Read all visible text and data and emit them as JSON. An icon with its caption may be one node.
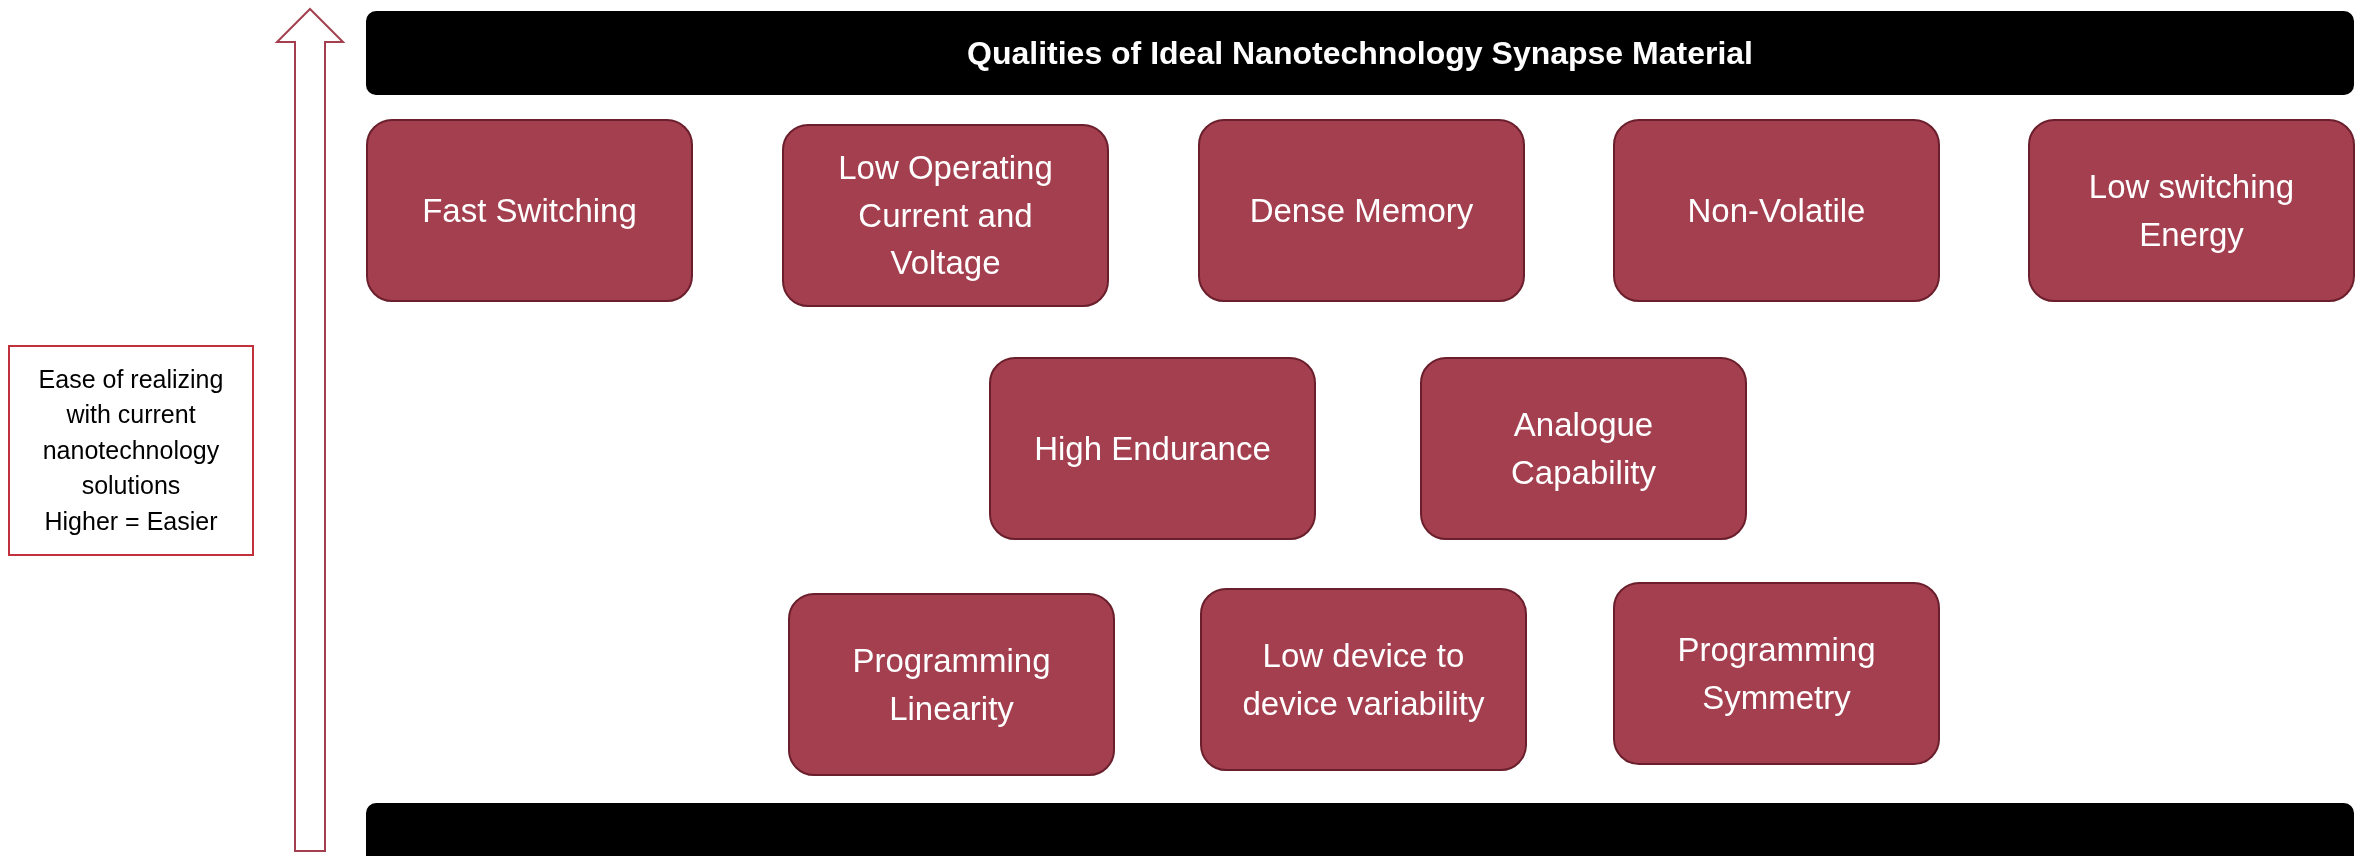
{
  "diagram": {
    "nodes": [
      {
        "text": [
          "Qualities of Ideal Nanotechnology Synapse Material"
        ]
      },
      {
        "text": [
          "Fast Switching"
        ]
      },
      {
        "text": [
          "Low Operating Current and Voltage"
        ]
      },
      {
        "text": [
          "Dense Memory"
        ]
      },
      {
        "text": [
          "Non-Volatile"
        ]
      },
      {
        "text": [
          "Low switching Energy"
        ]
      },
      {
        "text": [
          "Ease of realizing with current nanotechnology solutions",
          "Higher = Easier"
        ]
      },
      {
        "text": [
          "High Endurance"
        ]
      },
      {
        "text": [
          "Analogue Capability"
        ]
      },
      {
        "text": [
          "Programming Linearity"
        ]
      },
      {
        "text": [
          "Low device to device variability"
        ]
      },
      {
        "text": [
          "Programming Symmetry"
        ]
      },
      {
        "text": [],
        "shape": "bar"
      }
    ],
    "edges": []
  }
}
